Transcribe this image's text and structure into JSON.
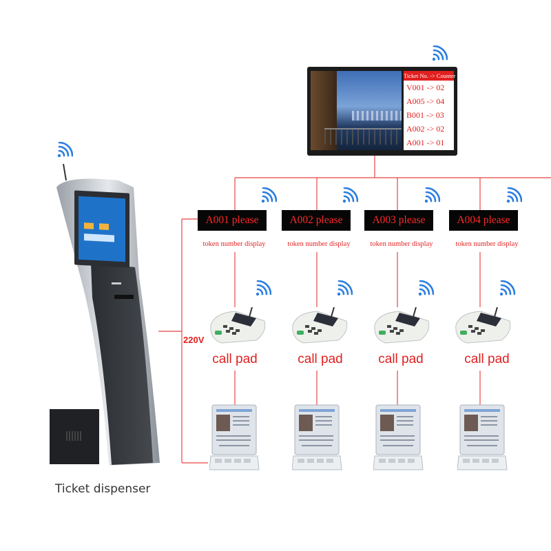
{
  "monitor": {
    "header": "Ticket No. -> Counter",
    "rows": [
      "V001 -> 02",
      "A005 -> 04",
      "B001 -> 03",
      "A002 -> 02",
      "A001 -> 01"
    ]
  },
  "token_displays": [
    {
      "text": "A001 please",
      "label": "token number display"
    },
    {
      "text": "A002 please",
      "label": "token number display"
    },
    {
      "text": "A003 please",
      "label": "token number display"
    },
    {
      "text": "A004 please",
      "label": "token number display"
    }
  ],
  "call_pads": [
    "call pad",
    "call pad",
    "call pad",
    "call pad"
  ],
  "voltage_label": "220V",
  "dispenser_caption": "Ticket dispenser",
  "colors": {
    "accent": "#e21f1f",
    "wifi": "#2a7de1",
    "kiosk_screen": "#1e73c8"
  },
  "icons": [
    "wifi-icon"
  ]
}
